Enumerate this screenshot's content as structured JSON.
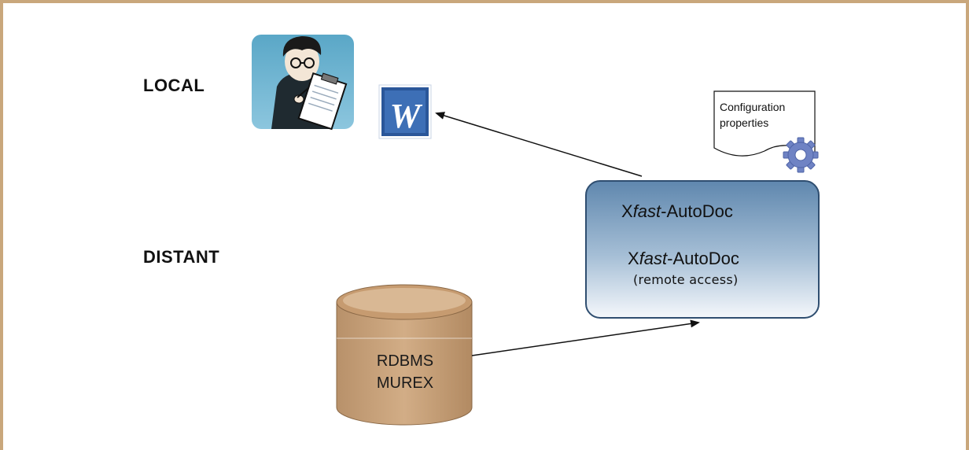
{
  "zones": {
    "local": "LOCAL",
    "distant": "DISTANT"
  },
  "app": {
    "title_prefix": "X",
    "title_italic": "fast",
    "title_suffix": "-AutoDoc",
    "remote_prefix": "X",
    "remote_italic": "fast",
    "remote_suffix": "-AutoDoc",
    "remote_subtitle": "(remote access)"
  },
  "database": {
    "line1": "RDBMS",
    "line2": "MUREX"
  },
  "config": {
    "line1": "Configuration",
    "line2": "properties"
  },
  "icons": {
    "user": "user-with-clipboard-icon",
    "word": "word-document-icon",
    "gear": "gear-icon",
    "database": "database-cylinder-icon"
  },
  "colors": {
    "frame": "#c9a77c",
    "app_box_top": "#5f87ae",
    "app_box_bottom": "#ffffff",
    "db_body": "#c8a27a",
    "word_blue": "#2a5699"
  }
}
